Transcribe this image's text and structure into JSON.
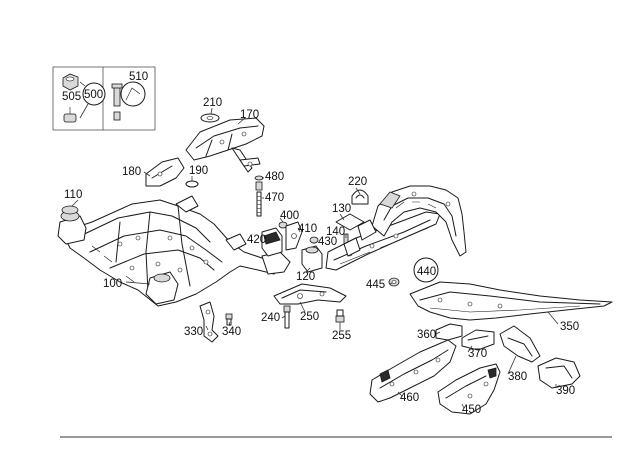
{
  "callouts": [
    {
      "id": "505",
      "text": "505"
    },
    {
      "id": "500",
      "text": "500"
    },
    {
      "id": "510",
      "text": "510"
    },
    {
      "id": "210",
      "text": "210"
    },
    {
      "id": "170",
      "text": "170"
    },
    {
      "id": "180",
      "text": "180"
    },
    {
      "id": "190",
      "text": "190"
    },
    {
      "id": "480",
      "text": "480"
    },
    {
      "id": "470",
      "text": "470"
    },
    {
      "id": "110",
      "text": "110"
    },
    {
      "id": "400",
      "text": "400"
    },
    {
      "id": "410",
      "text": "410"
    },
    {
      "id": "420",
      "text": "420"
    },
    {
      "id": "430",
      "text": "430"
    },
    {
      "id": "120",
      "text": "120"
    },
    {
      "id": "100",
      "text": "100"
    },
    {
      "id": "220",
      "text": "220"
    },
    {
      "id": "130",
      "text": "130"
    },
    {
      "id": "140",
      "text": "140"
    },
    {
      "id": "440",
      "text": "440"
    },
    {
      "id": "445",
      "text": "445"
    },
    {
      "id": "240",
      "text": "240"
    },
    {
      "id": "250",
      "text": "250"
    },
    {
      "id": "330",
      "text": "330"
    },
    {
      "id": "340",
      "text": "340"
    },
    {
      "id": "255",
      "text": "255"
    },
    {
      "id": "350",
      "text": "350"
    },
    {
      "id": "360",
      "text": "360"
    },
    {
      "id": "370",
      "text": "370"
    },
    {
      "id": "380",
      "text": "380"
    },
    {
      "id": "390",
      "text": "390"
    },
    {
      "id": "460",
      "text": "460"
    },
    {
      "id": "450",
      "text": "450"
    }
  ]
}
